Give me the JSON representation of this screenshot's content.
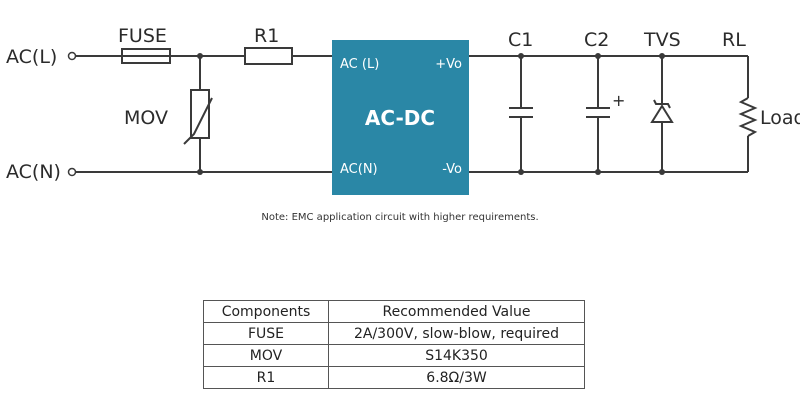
{
  "labels": {
    "ac_l": "AC(L)",
    "ac_n": "AC(N)",
    "fuse": "FUSE",
    "r1": "R1",
    "mov": "MOV",
    "c1": "C1",
    "c2": "C2",
    "tvs": "TVS",
    "rl": "RL",
    "load": "Load",
    "c2_plus": "+"
  },
  "module": {
    "title": "AC-DC",
    "pin_ac_l": "AC (L)",
    "pin_ac_n": "AC(N)",
    "pin_pos": "+Vo",
    "pin_neg": "-Vo",
    "color": "#2a87a6"
  },
  "note": "Note: EMC application circuit with higher requirements.",
  "table": {
    "headers": [
      "Components",
      "Recommended Value"
    ],
    "rows": [
      [
        "FUSE",
        "2A/300V, slow-blow, required"
      ],
      [
        "MOV",
        "S14K350"
      ],
      [
        "R1",
        "6.8Ω/3W"
      ]
    ]
  }
}
